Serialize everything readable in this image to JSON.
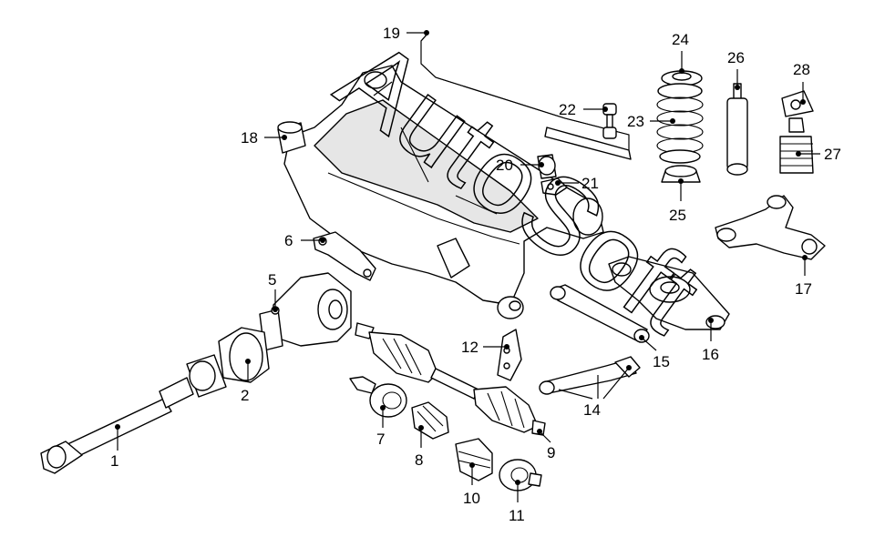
{
  "watermark": "AutoSoft",
  "callouts": [
    {
      "id": "1",
      "label": "1"
    },
    {
      "id": "2",
      "label": "2"
    },
    {
      "id": "5",
      "label": "5"
    },
    {
      "id": "6",
      "label": "6"
    },
    {
      "id": "7",
      "label": "7"
    },
    {
      "id": "8",
      "label": "8"
    },
    {
      "id": "9",
      "label": "9"
    },
    {
      "id": "10",
      "label": "10"
    },
    {
      "id": "11",
      "label": "11"
    },
    {
      "id": "12",
      "label": "12"
    },
    {
      "id": "14",
      "label": "14"
    },
    {
      "id": "15",
      "label": "15"
    },
    {
      "id": "16",
      "label": "16"
    },
    {
      "id": "17",
      "label": "17"
    },
    {
      "id": "18",
      "label": "18"
    },
    {
      "id": "19",
      "label": "19"
    },
    {
      "id": "20",
      "label": "20"
    },
    {
      "id": "21",
      "label": "21"
    },
    {
      "id": "22",
      "label": "22"
    },
    {
      "id": "23",
      "label": "23"
    },
    {
      "id": "24",
      "label": "24"
    },
    {
      "id": "25",
      "label": "25"
    },
    {
      "id": "26",
      "label": "26"
    },
    {
      "id": "27",
      "label": "27"
    },
    {
      "id": "28",
      "label": "28"
    }
  ]
}
